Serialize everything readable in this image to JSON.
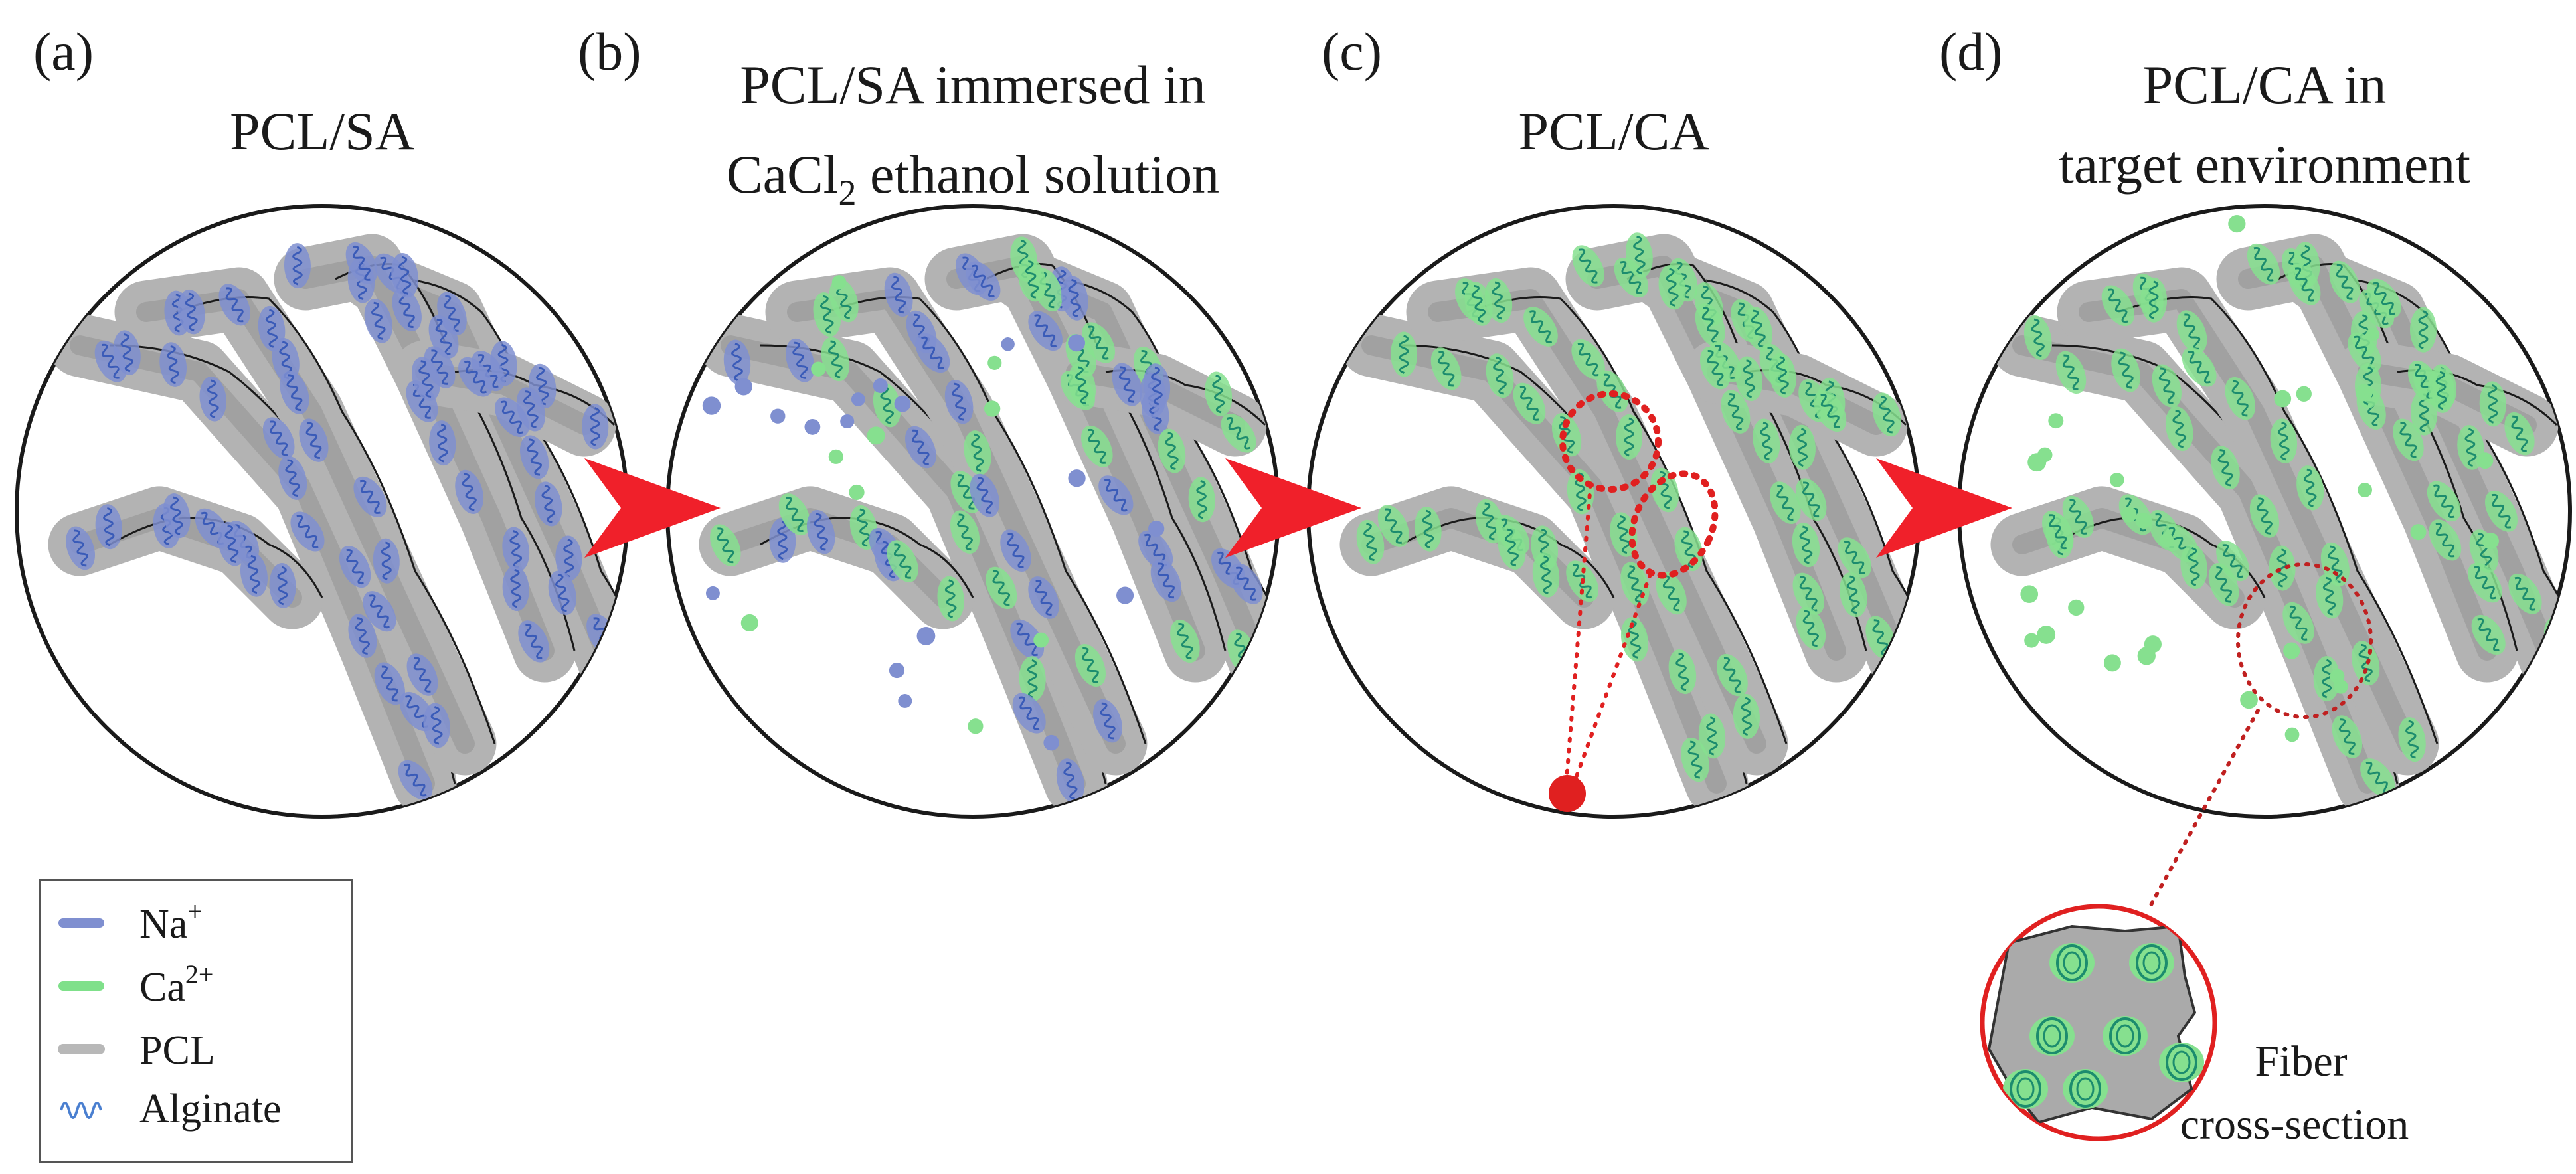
{
  "panels": [
    {
      "label": "(a)",
      "title_lines": [
        "PCL/SA"
      ]
    },
    {
      "label": "(b)",
      "title_lines": [
        "PCL/SA immersed in",
        "CaCl",
        "2",
        " ethanol solution"
      ]
    },
    {
      "label": "(c)",
      "title_lines": [
        "PCL/CA"
      ]
    },
    {
      "label": "(d)",
      "title_lines": [
        "PCL/CA in",
        "target environment"
      ]
    }
  ],
  "legend": {
    "items": [
      {
        "name": "Na",
        "sup": "+",
        "color": "#7f8fd0"
      },
      {
        "name": "Ca",
        "sup": "2+",
        "color": "#7fe08a"
      },
      {
        "name": "PCL",
        "sup": "",
        "color": "#b8b8b8"
      },
      {
        "name": "Alginate",
        "sup": "",
        "color": "#4a7fd0"
      }
    ]
  },
  "caption": {
    "line1": "Fiber",
    "line2": "cross-section"
  },
  "colors": {
    "fiber": "#b3b3b3",
    "fiber_dark": "#8c8c8c",
    "sodium": "#7f8fd0",
    "calcium": "#86e08f",
    "alginate_na": "#3a5bb8",
    "alginate_ca": "#1c8c6e",
    "arrow": "#f0202a",
    "callout": "#e02020",
    "outline": "#1a1a1a"
  }
}
